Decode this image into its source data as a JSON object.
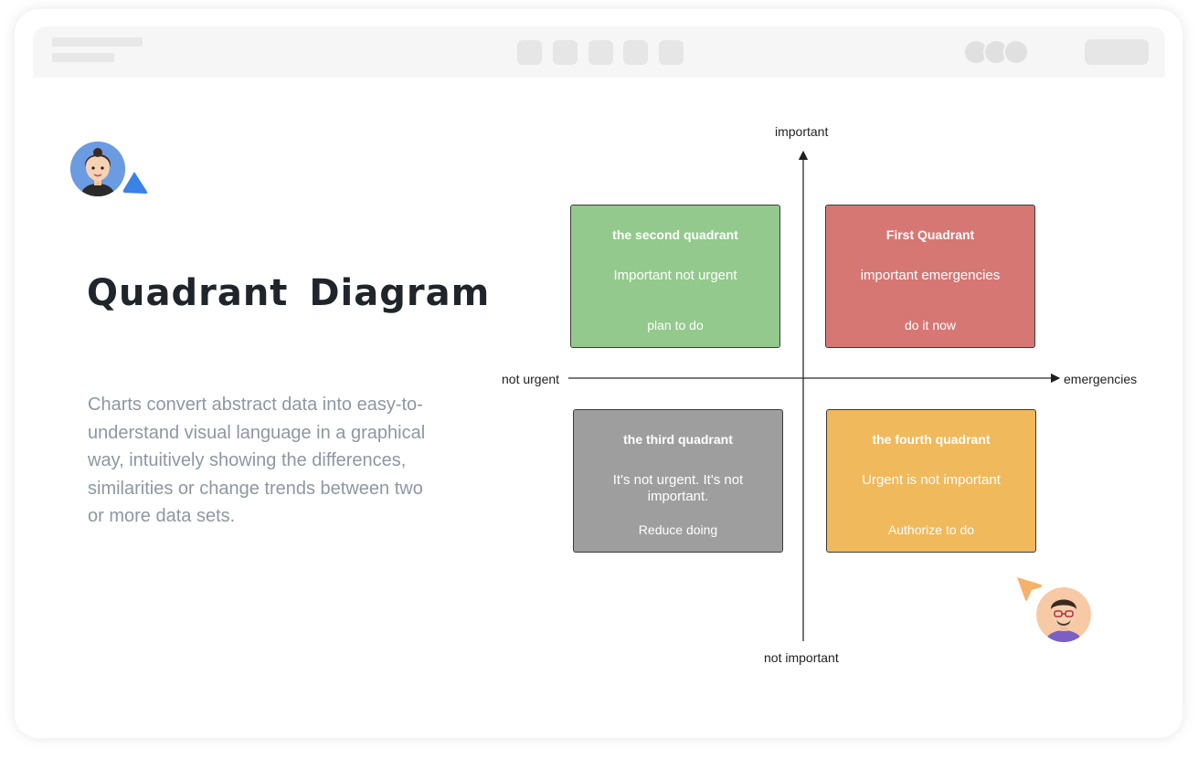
{
  "page": {
    "title": "Quadrant  Diagram",
    "description": "Charts convert abstract data into easy-to-understand visual language in a graphical way, intuitively showing the differences, similarities or change trends between two or more data sets."
  },
  "axes": {
    "top": "important",
    "bottom": "not important",
    "left": "not urgent",
    "right": "emergencies"
  },
  "quadrants": {
    "second": {
      "title": "the second quadrant",
      "subtitle": "Important not urgent",
      "action": "plan to do",
      "color": "#93c98c"
    },
    "first": {
      "title": "First Quadrant",
      "subtitle": "important emergencies",
      "action": "do it now",
      "color": "#d67774"
    },
    "third": {
      "title": "the third quadrant",
      "subtitle": "It's not urgent. It's not important.",
      "action": "Reduce doing",
      "color": "#9e9e9e"
    },
    "fourth": {
      "title": "the fourth quadrant",
      "subtitle": "Urgent is not important",
      "action": "Authorize to do",
      "color": "#f0b95c"
    }
  },
  "colors": {
    "cursor_blue": "#3b82e6",
    "cursor_orange": "#f5b26a"
  }
}
